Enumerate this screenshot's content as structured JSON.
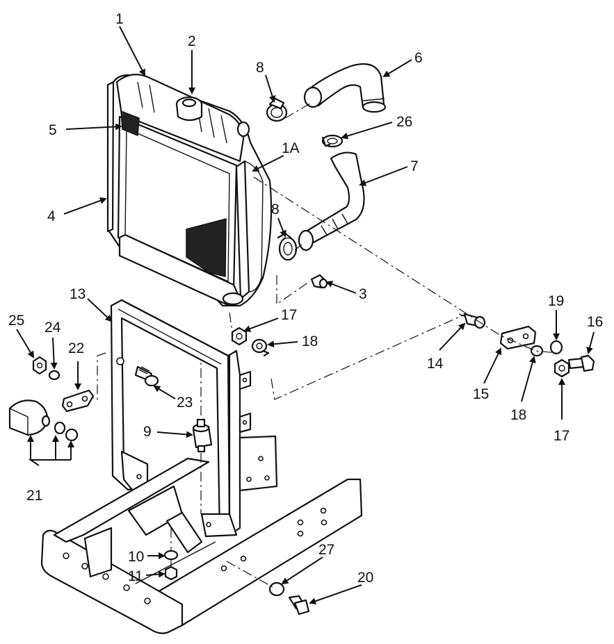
{
  "callouts": {
    "c1": "1",
    "c1a": "1A",
    "c2": "2",
    "c3": "3",
    "c4": "4",
    "c5": "5",
    "c6": "6",
    "c7": "7",
    "c8a": "8",
    "c8b": "8",
    "c9": "9",
    "c10": "10",
    "c11": "11",
    "c13": "13",
    "c14": "14",
    "c15": "15",
    "c16": "16",
    "c17a": "17",
    "c17b": "17",
    "c18a": "18",
    "c18b": "18",
    "c19": "19",
    "c20": "20",
    "c21": "21",
    "c22": "22",
    "c23": "23",
    "c24": "24",
    "c25": "25",
    "c26": "26",
    "c27": "27"
  }
}
